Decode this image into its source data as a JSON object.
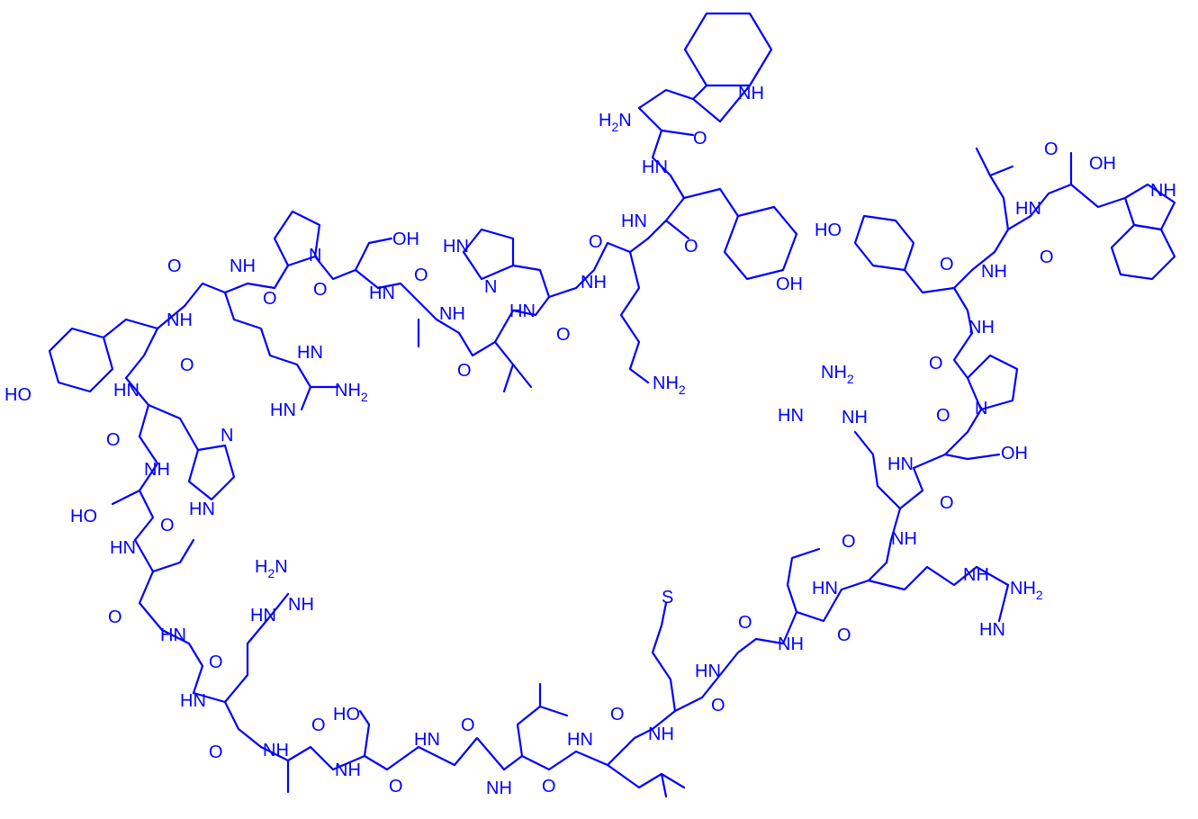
{
  "colors": {
    "structure": "#0000ff",
    "background": "#ffffff"
  },
  "labels": {
    "nh2_nterm": {
      "main": "H",
      "sub": "2",
      "tail": "N"
    },
    "nh_top": "NH",
    "oh_tyr_top": "OH",
    "hn_lys": "HN",
    "nh2_lys": {
      "main": "NH",
      "sub": "2"
    },
    "cooh_o": "O",
    "cooh_oh": "OH",
    "nh_trp_right": "NH",
    "hn_trp_right": "HN",
    "ho_tyr_right": "HO",
    "nh_leu_right": "NH",
    "nh_tyr_right": "NH",
    "nh2_arg_right_a": {
      "main": "NH",
      "sub": "2"
    },
    "hn_arg_right_a": "HN",
    "nh_arg_right_a": "NH",
    "n_pro_right": "N",
    "hn_ser_right": "HN",
    "oh_ser_right": "OH",
    "nh_arg_right_b": "NH",
    "hn_arg_right_b": "HN",
    "nh_arg_right_c": "NH",
    "nh2_arg_right_c": {
      "main": "NH",
      "sub": "2"
    },
    "hn_arg_right_c": "HN",
    "s_met": "S",
    "hn_gly_right": "HN",
    "nh_gly_right": "NH",
    "nh_met": "NH",
    "hn_leu_bottom": "HN",
    "nh_leu_bottom": "NH",
    "hn_gly_bottom": "HN",
    "nh_ser_bottom": "NH",
    "ho_ser_bottom": "HO",
    "nh_ala_bottom": "NH",
    "hn_arg_left": "HN",
    "hn_arg_left_side": "HN",
    "nh2_arg_left": {
      "main": "H",
      "sub": "2",
      "tail": "N"
    },
    "nh_arg_left": "NH",
    "hn_gly_left": "HN",
    "hn_val_left": "HN",
    "ho_thr": "HO",
    "nh_thr": "NH",
    "hn_his_left": "HN",
    "n_his_left": "N",
    "hn_his_ring_left": "HN",
    "ho_tyr_left": "HO",
    "nh_tyr_left": "NH",
    "hn_arg_top_left": "HN",
    "nh_arg_top_left": "NH",
    "nh2_arg_top_left": {
      "main": "NH",
      "sub": "2"
    },
    "hn_arg_top_left_b": "HN",
    "n_pro_top": "N",
    "oh_ser_top": "OH",
    "hn_ser_top": "HN",
    "nh_ala_top": "NH",
    "hn_val_top": "HN",
    "hn_his_ring_top": "HN",
    "n_his_ring_top": "N",
    "nh_his_top": "NH",
    "o_generic": "O"
  }
}
